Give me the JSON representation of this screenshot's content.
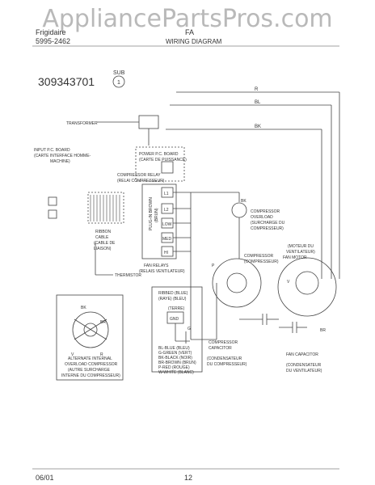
{
  "watermark": "AppliancePartsPros.com",
  "header": {
    "brand": "Frigidaire",
    "code": "FA",
    "part_number": "5995-2462",
    "title": "WIRING DIAGRAM"
  },
  "diagram": {
    "serial": "309343701",
    "sub_label": "SUB",
    "sub_number": "1",
    "wire_colors": {
      "r": "R",
      "bl": "BL",
      "bk": "BK",
      "bk2": "BK",
      "p": "P",
      "br": "BR",
      "v": "V",
      "v2": "V",
      "r2": "R",
      "br2": "BR",
      "bk3": "BK",
      "g": "G"
    },
    "transformer": "TRANSFORMER",
    "input_board": [
      "INPUT P.C. BOARD",
      "(CARTE INTERFACE HOMME-",
      "MACHINE)"
    ],
    "power_board": [
      "POWER P.C. BOARD",
      "(CARTE DE PUISSANCE)"
    ],
    "compressor_relay": [
      "COMPRESSOR RELAY",
      "(RELAI COMPRESSEUR)"
    ],
    "relay_labels": {
      "l1": "L1",
      "l2": "L2",
      "low": "LOW",
      "med": "MED",
      "hi": "HI"
    },
    "ribbon_cable": [
      "RIBBON",
      "CABLE",
      "(CABLE DE",
      "LIAISON)"
    ],
    "plug_label": [
      "PLUG-IN BROWN",
      "(BRUN)"
    ],
    "fan_relays": [
      "FAN RELAYS",
      "(RELAIS VENTILATEUR)"
    ],
    "thermistor": "THERMISTOR",
    "overload": [
      "COMPRESSOR",
      "OVERLOAD",
      "(SURCHARGE DU",
      "COMPRESSEUR)"
    ],
    "compressor": [
      "COMPRESSOR",
      "(COMPRESSEUR)"
    ],
    "fan_motor": [
      "(MOTEUR DU",
      "VENTILATEUR)",
      "FAN MOTOR"
    ],
    "ground_box": [
      "RIBBED (BLUE)",
      "(RAYE) (BLEU)"
    ],
    "ground_label": [
      "(TERRE)",
      "GND"
    ],
    "compressor_capacitor": [
      "COMPRESSOR",
      "CAPACITOR",
      "(CONDENSATEUR",
      "DU COMPRESSEUR)"
    ],
    "fan_capacitor": [
      "FAN CAPACITOR",
      "(CONDENSATEUR",
      "DU VENTILATEUR)"
    ],
    "overload_alt": [
      "ALTERNATE INTERNAL",
      "OVERLOAD COMPRESSOR",
      "(AUTRE SURCHARGE",
      "INTERNE DU COMPRESSEUR)"
    ],
    "color_key": [
      "BL-BLUE (BLEU)",
      "G-GREEN (VERT)",
      "BK-BLACK (NOIR)",
      "BR-BROWN (BRUN)",
      "P-RED (ROUGE)",
      "W-WHITE (BLANC)"
    ]
  },
  "footer": {
    "date": "06/01",
    "page": "12"
  }
}
